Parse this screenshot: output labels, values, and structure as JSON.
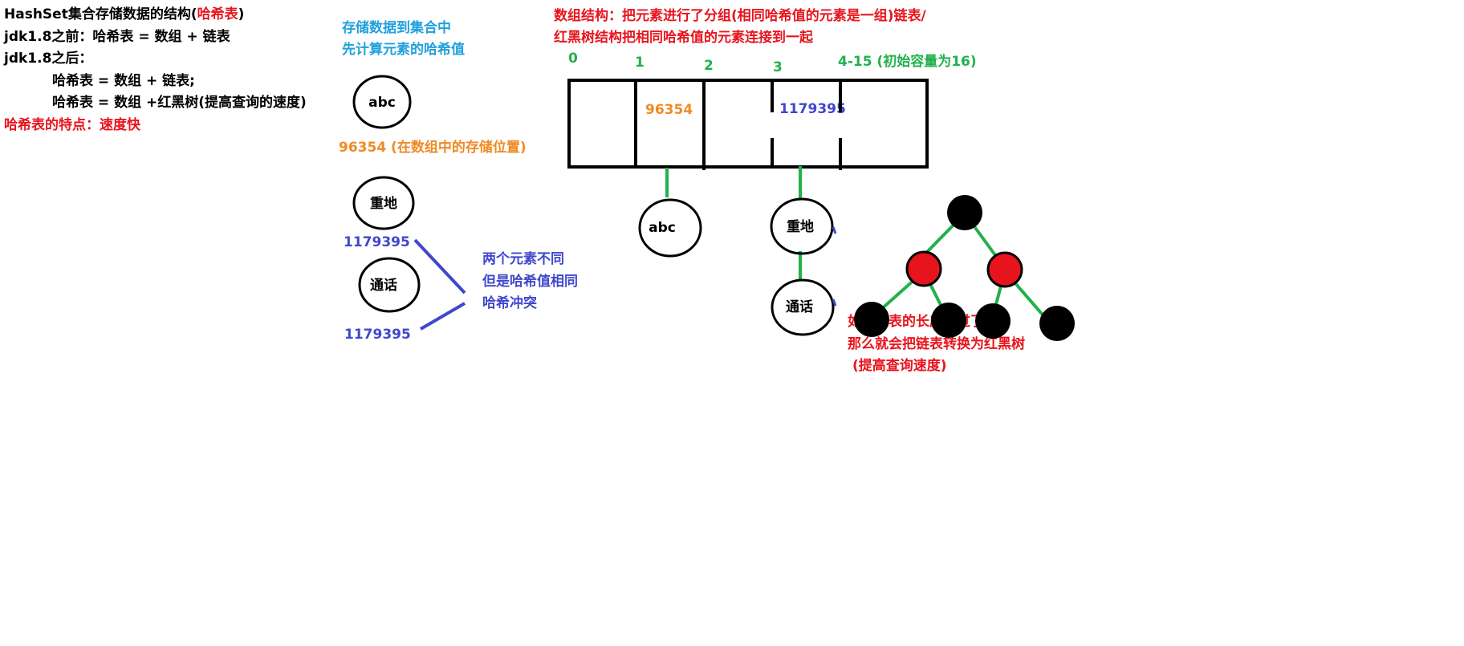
{
  "notes": {
    "title_prefix": "HashSet集合存储数据的结构(",
    "title_highlight": "哈希表",
    "title_suffix": ")",
    "line_before": "jdk1.8之前：哈希表 = 数组 + 链表",
    "line_after": "jdk1.8之后：",
    "line_after_1": "哈希表 = 数组 + 链表;",
    "line_after_2": "哈希表 = 数组 +红黑树(提高查询的速度)",
    "feature": "哈希表的特点：速度快"
  },
  "store": {
    "line1": "存储数据到集合中",
    "line2": "先计算元素的哈希值",
    "abc_label": "abc",
    "abc_hash": "96354  (在数组中的存储位置)",
    "zhongdi_label": "重地",
    "zhongdi_hash": "1179395",
    "tonghua_label": "通话",
    "tonghua_hash": "1179395",
    "collision_1": "两个元素不同",
    "collision_2": "但是哈希值相同",
    "collision_3": "哈希冲突"
  },
  "structure": {
    "desc_line1": "数组结构：把元素进行了分组(相同哈希值的元素是一组)链表/",
    "desc_line2": "红黑树结构把相同哈希值的元素连接到一起",
    "index_0": "0",
    "index_1": "1",
    "index_2": "2",
    "index_3": "3",
    "index_rest": "4-15 (初始容量为16)",
    "cell_1_value": "96354",
    "cell_3_value": "1179395",
    "chain_abc": "abc",
    "chain_zhongdi": "重地",
    "chain_tonghua": "通话"
  },
  "tree_note": {
    "line1": "如果链表的长度超过了8位",
    "line2": "那么就会把链表转换为红黑树",
    "line3": "(提高查询速度)"
  },
  "colors": {
    "red": "#e8141d",
    "blue": "#21a0de",
    "orange": "#f08a24",
    "purple": "#3f48cc",
    "green": "#22b14c",
    "black": "#000000"
  }
}
